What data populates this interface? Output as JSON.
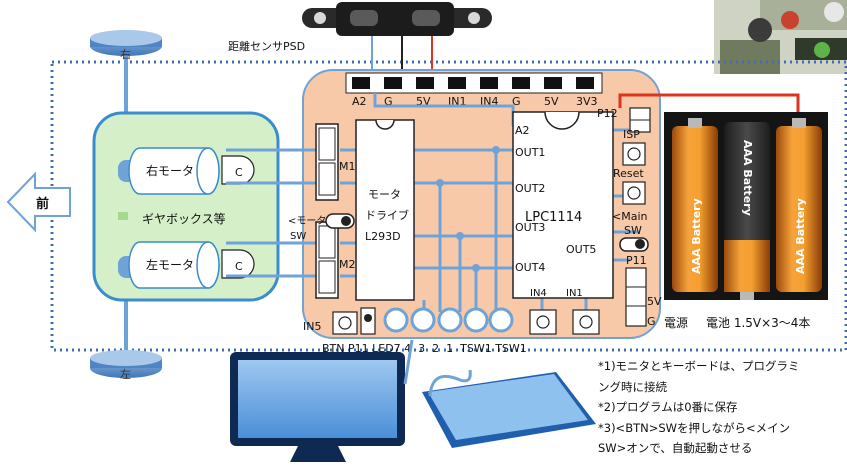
{
  "labels": {
    "sensor": "距離センサPSD",
    "forward": "前",
    "wheel_right": "右",
    "wheel_left": "左",
    "motor_right": "右モータ",
    "motor_left": "左モータ",
    "cap": "C",
    "gearbox": "ギヤボックス等",
    "motor_sw": "<モータ\nSW",
    "m1": "M1",
    "m2": "M2",
    "driver": "モータ\nドライブ\nL293D",
    "mcu": "LPC1114",
    "a2_in": "A2",
    "out1": "OUT1",
    "out2": "OUT2",
    "out3": "OUT3",
    "out4": "OUT4",
    "out5": "OUT5",
    "main_sw": "<Main\nSW",
    "isp": "ISP",
    "reset": "Reset",
    "p12": "P12",
    "p11": "P11",
    "in4_bot": "IN4",
    "in1_bot": "IN1",
    "in5": "IN5",
    "bottom_row": "BTN P11 LED7 4  3  2  1  TSW1 TSW1",
    "pwr_5v": "5V",
    "pwr_g": "G",
    "power": "電源",
    "battery_spec": "電池 1.5V×3～4本",
    "battery_label": "AAA Battery"
  },
  "header_pins": [
    "A2",
    "G",
    "5V",
    "IN1",
    "IN4",
    "G",
    "5V",
    "3V3"
  ],
  "notes": [
    "*1)モニタとキーボードは、プログラミ",
    "ング時に接続",
    "*2)プログラムは0番に保存",
    "*3)<BTN>SWを押しながら<メイン",
    "SW>オンで、自動起動させる"
  ],
  "colors": {
    "board": "#f8c9a8",
    "wire": "#6fa3d8",
    "power_wire": "#e0331b",
    "gearbox_fill": "#d5f0c8",
    "gearbox_border": "#3a8ccf",
    "frame_dots": "#3f6fb0"
  }
}
